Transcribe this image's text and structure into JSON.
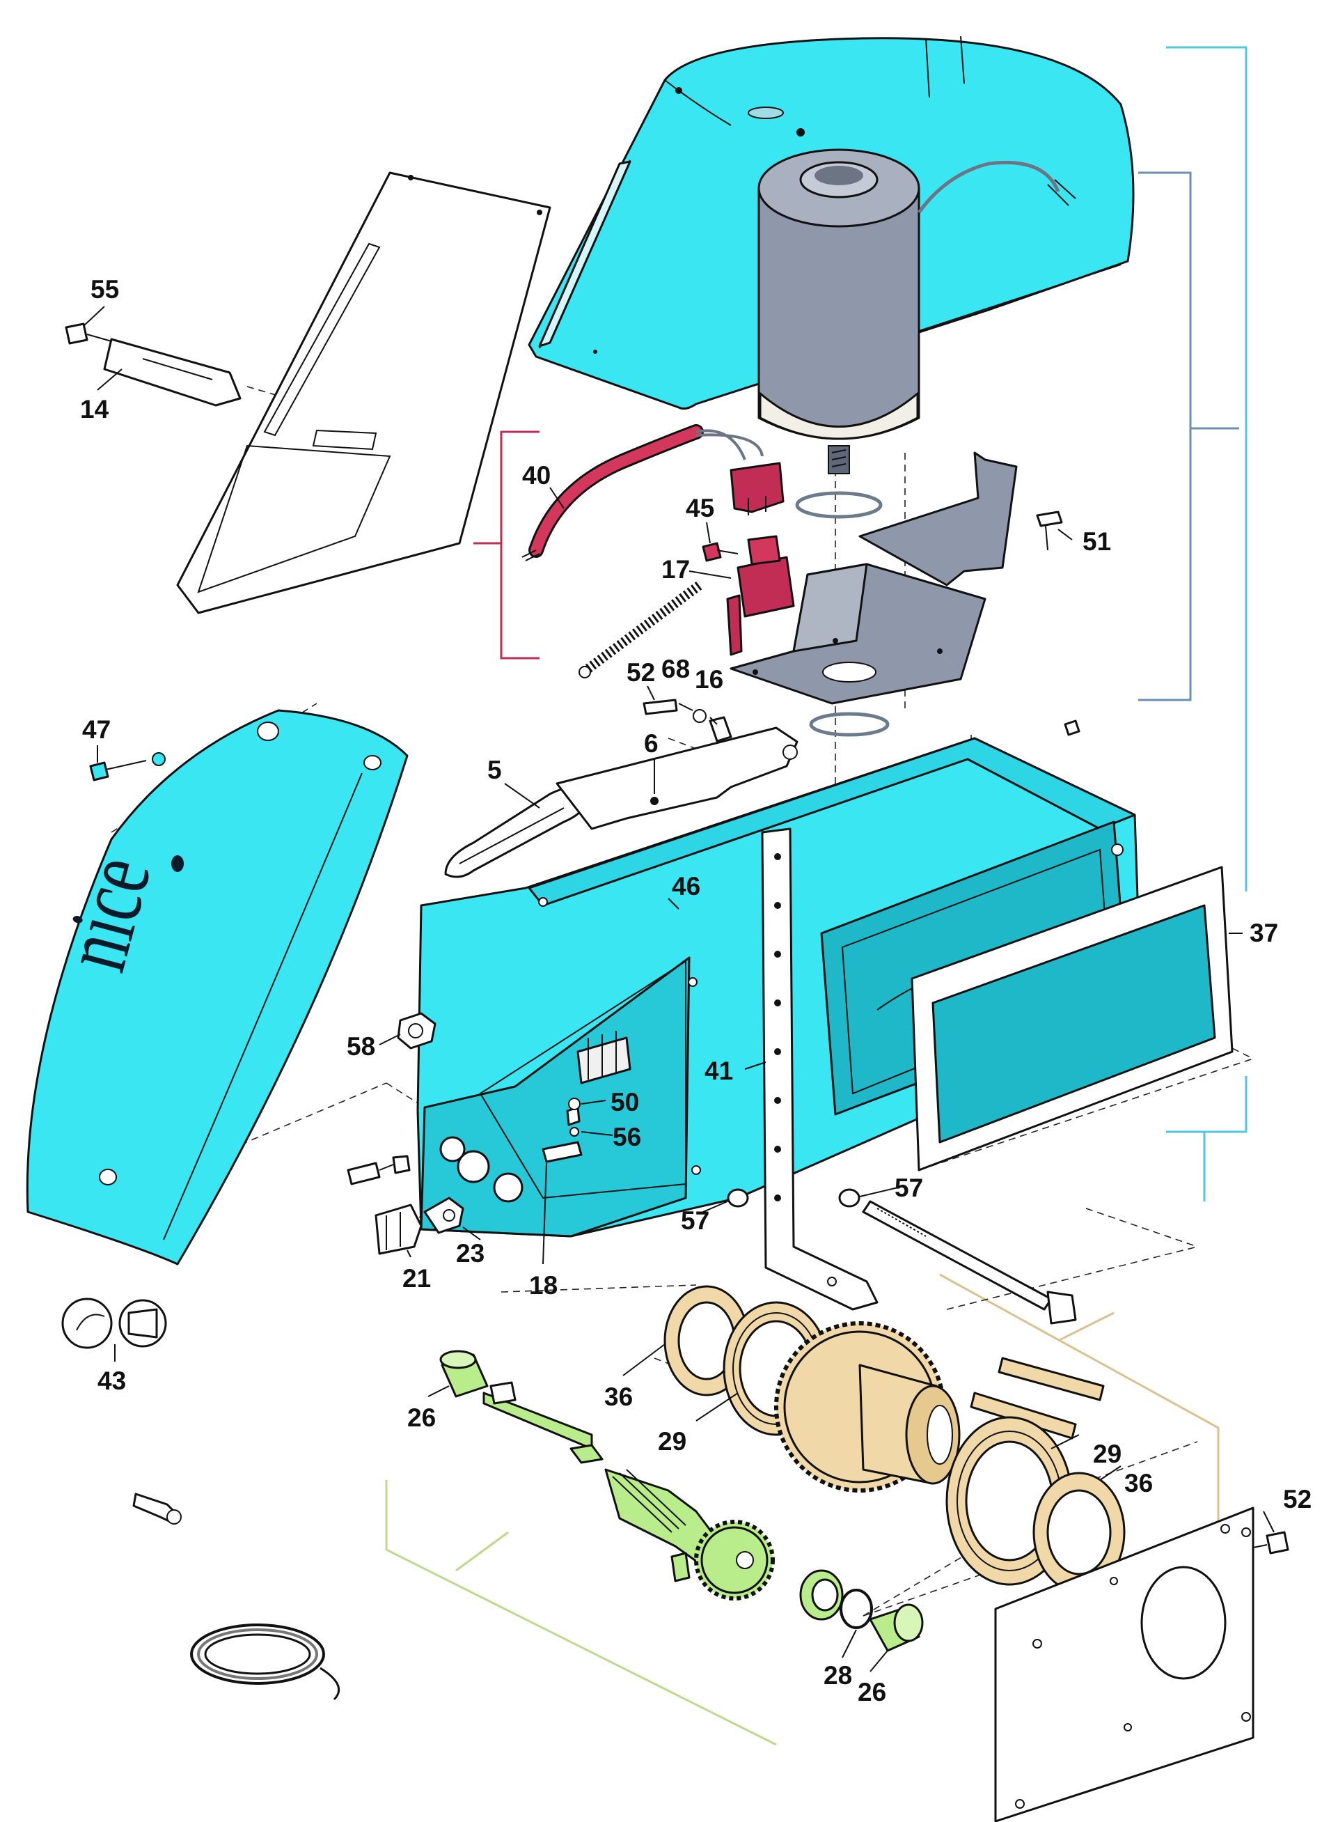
{
  "diagram": {
    "brand_text": "nice",
    "colors": {
      "housing": "#3ae6f2",
      "motor": "#8f98aa",
      "gear": "#f1d8a8",
      "bushing": "#b9ec8a",
      "wire": "#d4375c",
      "bracket_motor": "#c22d55",
      "bracket_group": "#6b8fb4",
      "bracket_main": "#4ec8e0",
      "bracket_gears": "#bfd88a",
      "bracket_tan": "#d9c28e"
    },
    "labels": [
      {
        "id": "55",
        "text": "55"
      },
      {
        "id": "14",
        "text": "14"
      },
      {
        "id": "40",
        "text": "40"
      },
      {
        "id": "45",
        "text": "45"
      },
      {
        "id": "17",
        "text": "17"
      },
      {
        "id": "51",
        "text": "51"
      },
      {
        "id": "52a",
        "text": "52"
      },
      {
        "id": "68",
        "text": "68"
      },
      {
        "id": "16",
        "text": "16"
      },
      {
        "id": "47",
        "text": "47"
      },
      {
        "id": "6",
        "text": "6"
      },
      {
        "id": "5",
        "text": "5"
      },
      {
        "id": "46",
        "text": "46"
      },
      {
        "id": "37",
        "text": "37"
      },
      {
        "id": "58",
        "text": "58"
      },
      {
        "id": "41",
        "text": "41"
      },
      {
        "id": "50",
        "text": "50"
      },
      {
        "id": "56",
        "text": "56"
      },
      {
        "id": "57a",
        "text": "57"
      },
      {
        "id": "57b",
        "text": "57"
      },
      {
        "id": "23",
        "text": "23"
      },
      {
        "id": "21",
        "text": "21"
      },
      {
        "id": "18",
        "text": "18"
      },
      {
        "id": "43",
        "text": "43"
      },
      {
        "id": "36a",
        "text": "36"
      },
      {
        "id": "26a",
        "text": "26"
      },
      {
        "id": "29a",
        "text": "29"
      },
      {
        "id": "29b",
        "text": "29"
      },
      {
        "id": "36b",
        "text": "36"
      },
      {
        "id": "52b",
        "text": "52"
      },
      {
        "id": "28",
        "text": "28"
      },
      {
        "id": "26b",
        "text": "26"
      }
    ]
  }
}
